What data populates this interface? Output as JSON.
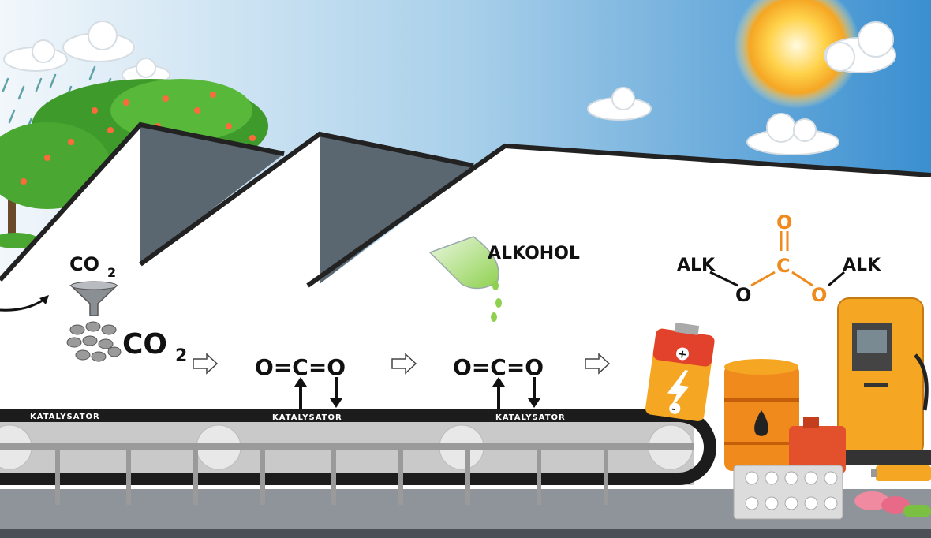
{
  "stage1": {
    "co2_small": {
      "main": "CO",
      "sub": "2"
    },
    "co2_large": {
      "main": "CO",
      "sub": "2"
    }
  },
  "stage2": {
    "molecule": "O=C=O",
    "catalyst": "KATALYSATOR"
  },
  "stage3": {
    "molecule": "O=C=O",
    "catalyst": "KATALYSATOR",
    "alcohol": "ALKOHOL"
  },
  "belt_start": {
    "catalyst": "KATALYSATOR"
  },
  "product_molecule": {
    "left": "ALK",
    "right": "ALK",
    "oxygen_left": "O",
    "oxygen_right": "O",
    "oxygen_top": "O",
    "carbon": "C"
  },
  "battery": {
    "plus": "+",
    "minus": "-"
  },
  "colors": {
    "sky_left": "#e6f1f8",
    "sky_right": "#3a8fd0",
    "roof_shadow": "#5b6770",
    "belt": "#1c1c1c",
    "conveyor": "#c9c9c9",
    "accent_orange": "#f08a1c",
    "alcohol_green": "#8fd14f"
  }
}
